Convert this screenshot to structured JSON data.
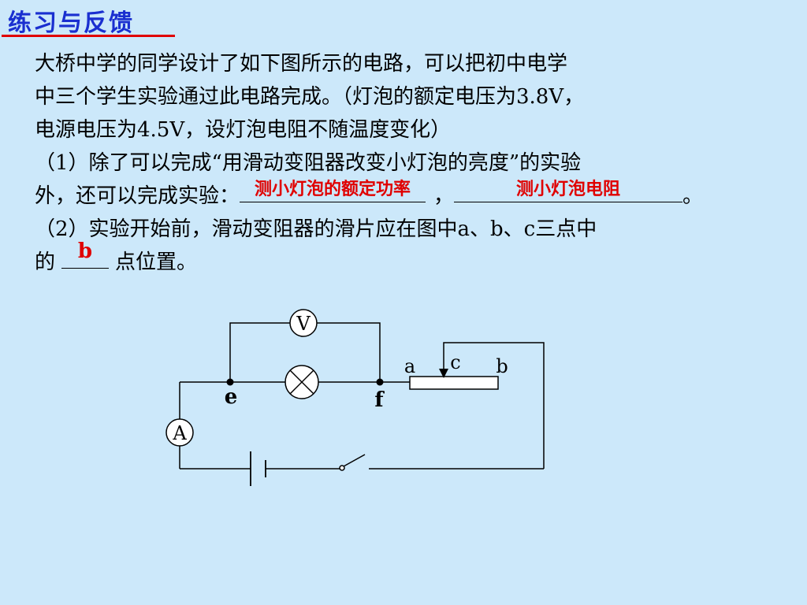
{
  "title": "练习与反馈",
  "text": {
    "line1": "大桥中学的同学设计了如下图所示的电路，可以把初中电学",
    "line2": "中三个学生实验通过此电路完成。（灯泡的额定电压为3.8V，",
    "line3": "电源电压为4.5V，设灯泡电阻不随温度变化）",
    "line4": "（1）除了可以完成“用滑动变阻器改变小灯泡的亮度”的实验",
    "line5_prefix": "外，还可以完成实验：",
    "line5_sep": "，",
    "line5_end": "。",
    "line6": "（2）实验开始前，滑动变阻器的滑片应在图中a、b、c三点中",
    "line7_prefix": "的",
    "line7_suffix": "点位置。"
  },
  "answers": {
    "blank1": "测小灯泡的额定功率",
    "blank2": "测小灯泡电阻",
    "blank3": "b"
  },
  "circuit": {
    "voltmeter_label": "V",
    "ammeter_label": "A",
    "node_e": "e",
    "node_f": "f",
    "point_a": "a",
    "point_b": "b",
    "point_c": "c"
  },
  "colors": {
    "background": "#CCE8FA",
    "title": "#1A2FD0",
    "answer": "#E00000"
  }
}
